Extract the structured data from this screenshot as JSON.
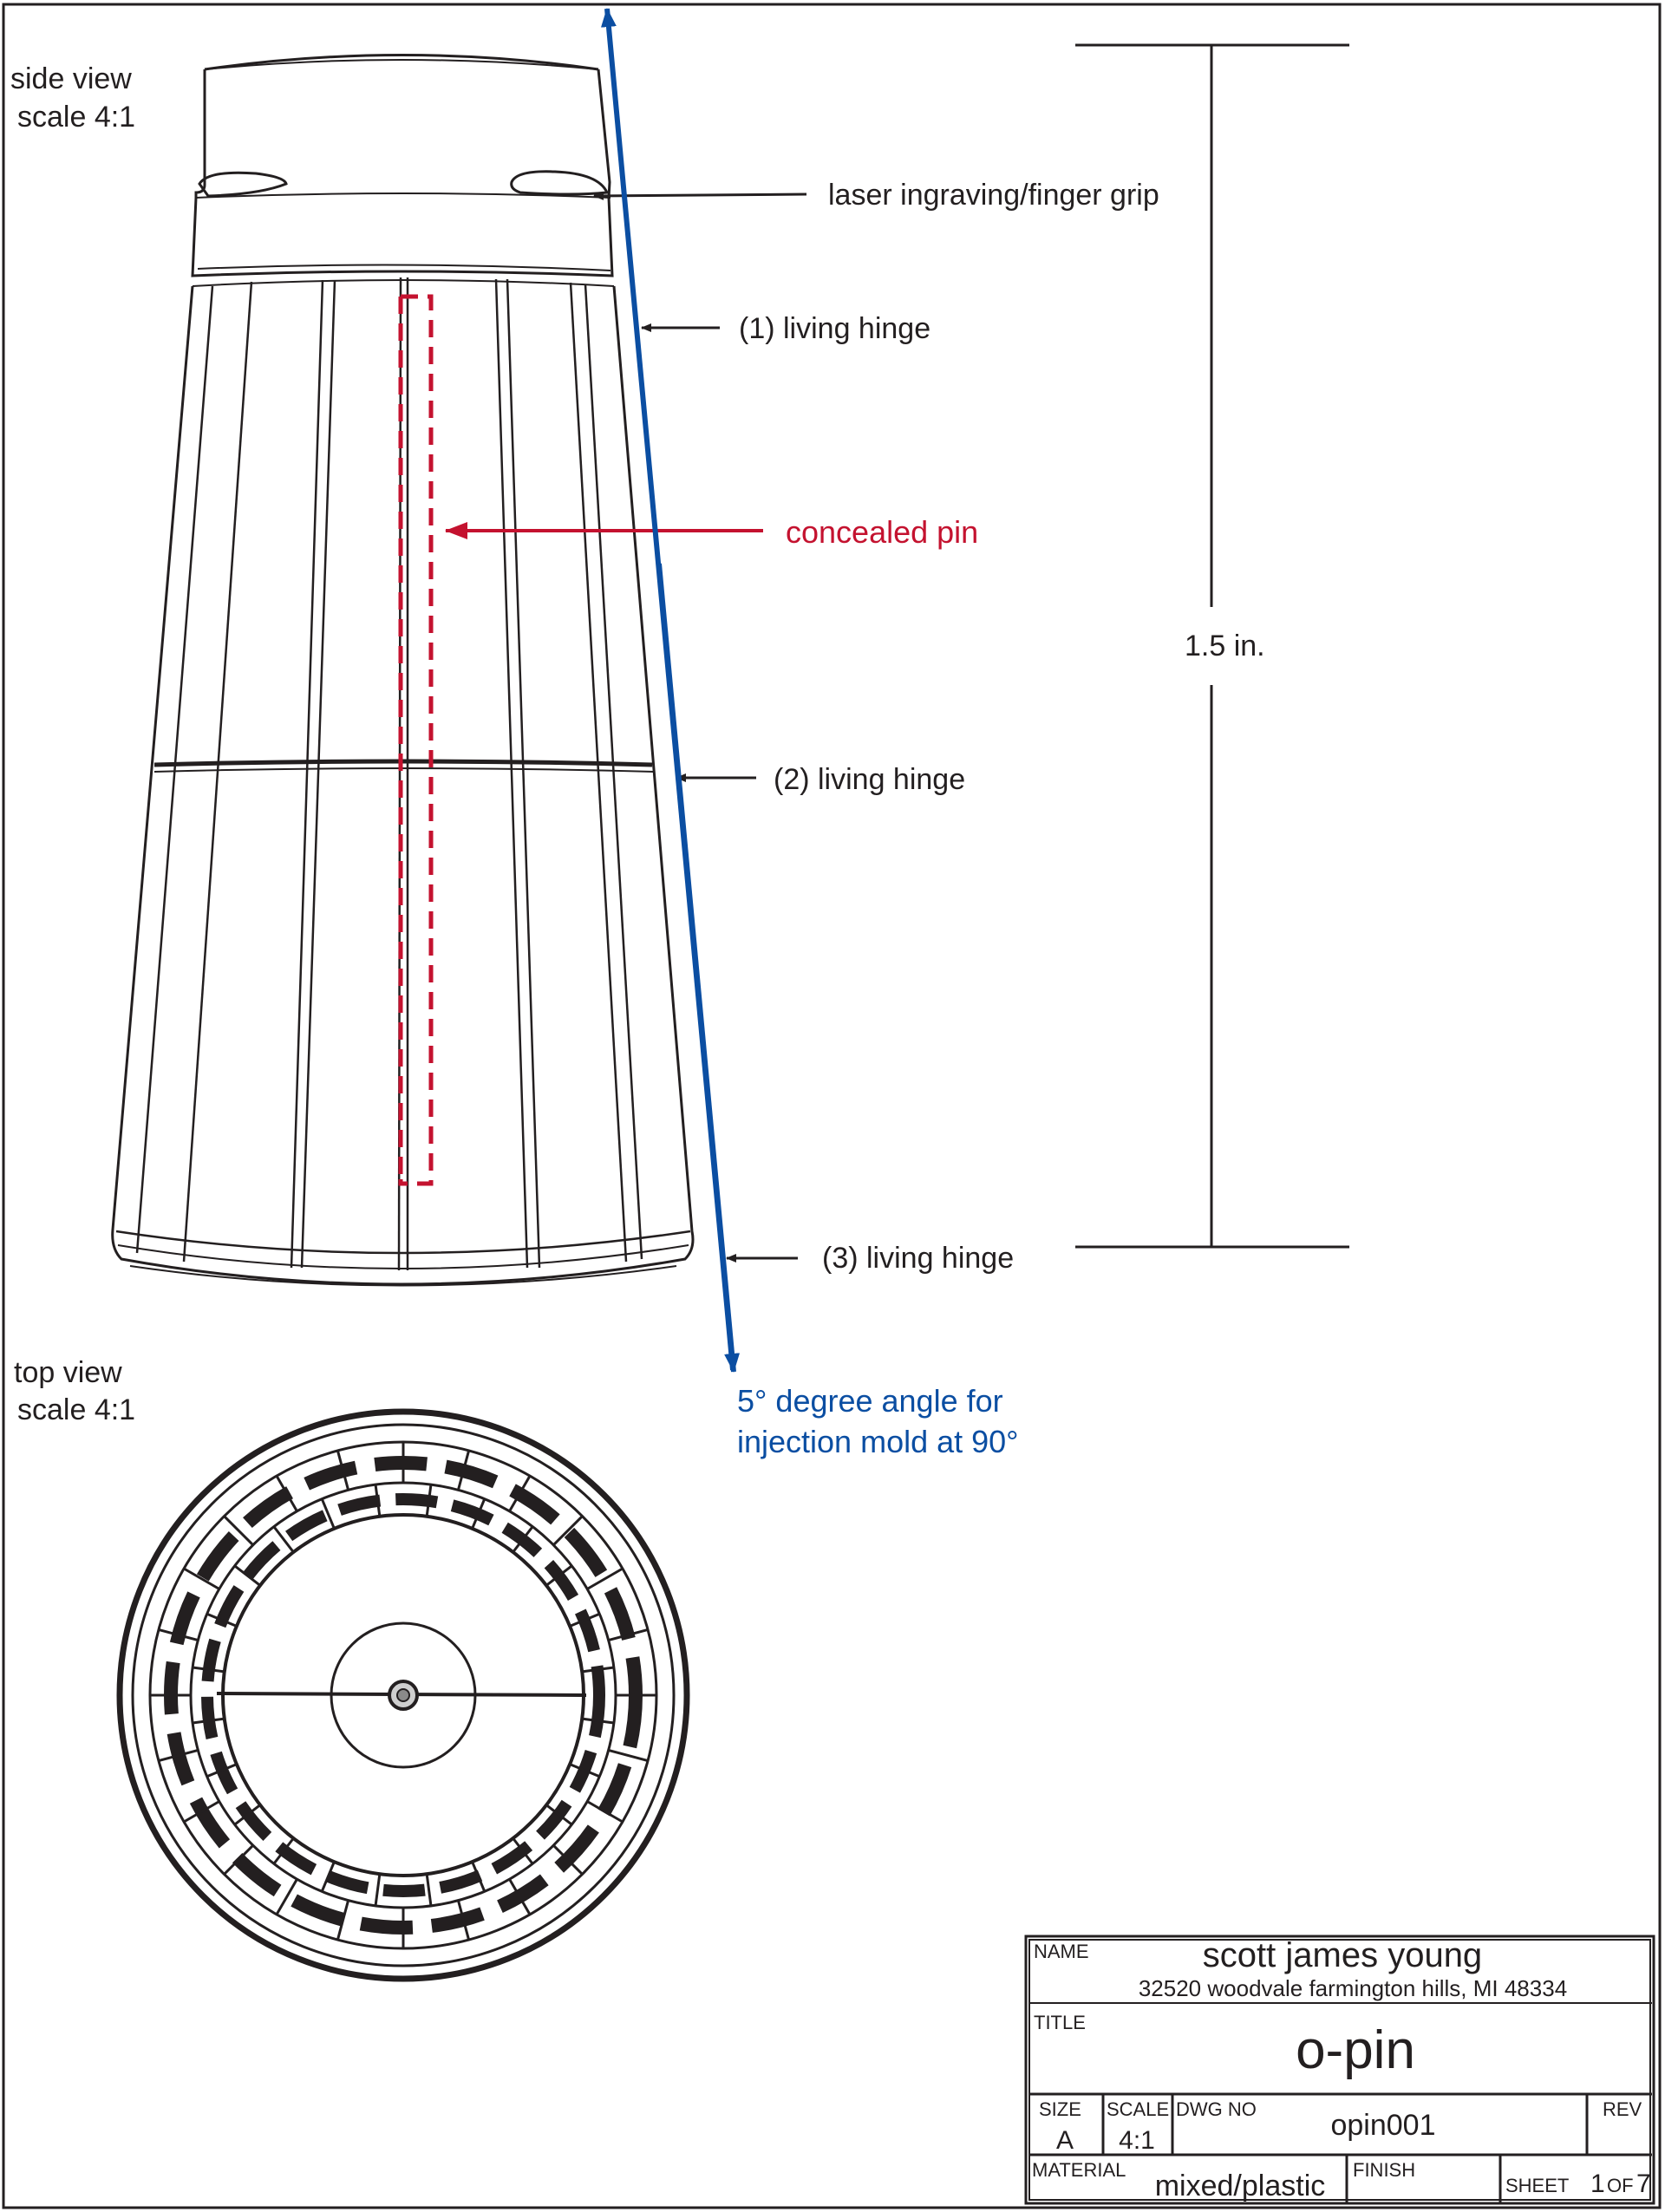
{
  "views": {
    "side": {
      "label_line1": "side view",
      "label_line2": "scale 4:1"
    },
    "top": {
      "label_line1": "top view",
      "label_line2": "scale 4:1"
    }
  },
  "callouts": {
    "grip": "laser ingraving/finger grip",
    "hinge1": "(1) living hinge",
    "hinge2": "(2) living hinge",
    "hinge3": "(3) living hinge",
    "pin": "concealed pin",
    "angle_line1": "5° degree angle for",
    "angle_line2": "injection mold at 90°"
  },
  "dimension": {
    "height": "1.5 in."
  },
  "title_block": {
    "name_label": "NAME",
    "name": "scott james young",
    "address": "32520 woodvale farmington hills, MI 48334",
    "title_label": "TITLE",
    "title": "o-pin",
    "size_label": "SIZE",
    "size": "A",
    "scale_label": "SCALE",
    "scale": "4:1",
    "dwg_label": "DWG NO",
    "dwg": "opin001",
    "rev_label": "REV",
    "rev": "",
    "material_label": "MATERIAL",
    "material": "mixed/plastic",
    "finish_label": "FINISH",
    "finish": "",
    "sheet_label": "SHEET",
    "sheet_num": "1",
    "of_label": "OF",
    "sheet_total": "7"
  },
  "colors": {
    "ink": "#231f20",
    "pin": "#c4122f",
    "angle": "#0b4ea2"
  }
}
